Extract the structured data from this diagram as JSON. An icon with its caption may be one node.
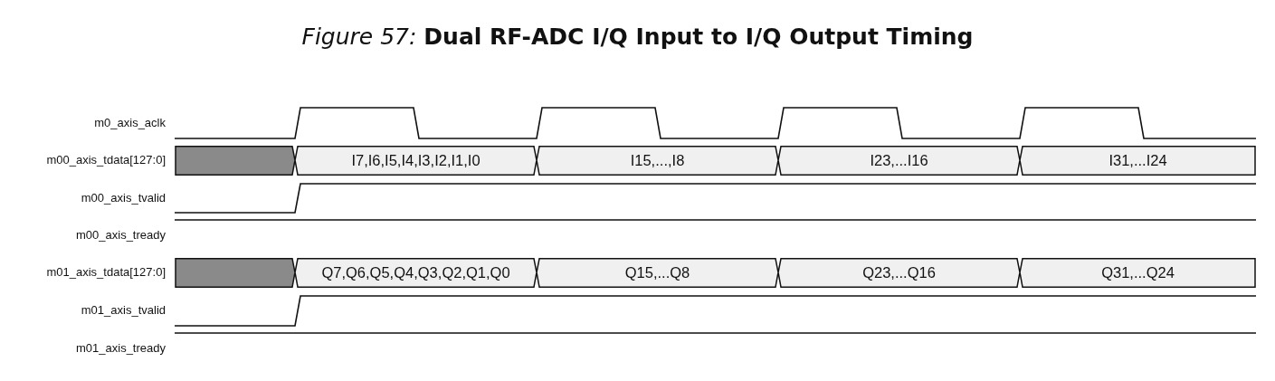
{
  "diagram": {
    "title": "*Figure 57:* **Dual RF-ADC I/Q Input to I/Q Output Timing**",
    "nodes": [
      {
        "text": [],
        "shape": "box"
      },
      {
        "text": [
          "I7,I6,I5,I4,I3,I2,I1,I0"
        ]
      },
      {
        "text": [
          "I15,...,I8"
        ]
      },
      {
        "text": [
          "I23,...I16"
        ]
      },
      {
        "text": [
          "I31,...I24"
        ]
      },
      {
        "text": [],
        "shape": "box"
      },
      {
        "text": [
          "Q7,Q6,Q5,Q4,Q3,Q2,Q1,Q0"
        ]
      },
      {
        "text": [
          "Q15,...Q8"
        ]
      },
      {
        "text": [
          "Q23,...Q16"
        ]
      },
      {
        "text": [
          "Q31,...Q24"
        ]
      }
    ],
    "labels": [
      "m0_axis_aclk",
      "m00_axis_tdata[127:0]",
      "m00_axis_tvalid",
      "m00_axis_tready",
      "m01_axis_tdata[127:0]",
      "m01_axis_tvalid",
      "m01_axis_tready"
    ]
  }
}
